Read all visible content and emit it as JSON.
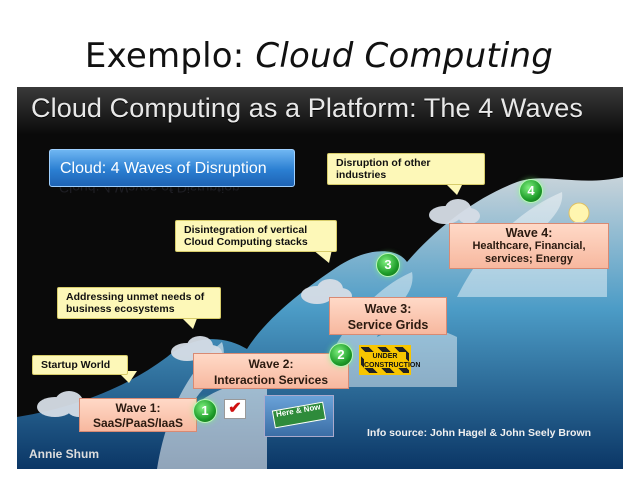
{
  "slide_title": {
    "plain": "Exemplo: ",
    "italic": "Cloud Computing"
  },
  "panel": {
    "title": "Cloud Computing as a Platform: The 4 Waves",
    "blue_label": "Cloud: 4 Waves of Disruption",
    "callouts": {
      "c1": "Startup World",
      "c2": "Addressing unmet needs of business ecosystems",
      "c3": "Disintegration of vertical Cloud Computing stacks",
      "c4": "Disruption of other industries"
    },
    "waves": {
      "w1": {
        "line1": "Wave 1:",
        "line2": "SaaS/PaaS/IaaS",
        "num": "1"
      },
      "w2": {
        "line1": "Wave 2:",
        "line2": "Interaction Services",
        "num": "2"
      },
      "w3": {
        "line1": "Wave 3:",
        "line2": "Service Grids",
        "num": "3"
      },
      "w4": {
        "line1": "Wave 4:",
        "line2": "Healthcare, Financial, services; Energy",
        "num": "4"
      }
    },
    "construction_sign": "UNDER CONSTRUCTION",
    "here_now": "Here & Now",
    "info_source": "Info source: John Hagel & John Seely Brown",
    "credit": "Annie Shum",
    "check_mark": "✔"
  }
}
